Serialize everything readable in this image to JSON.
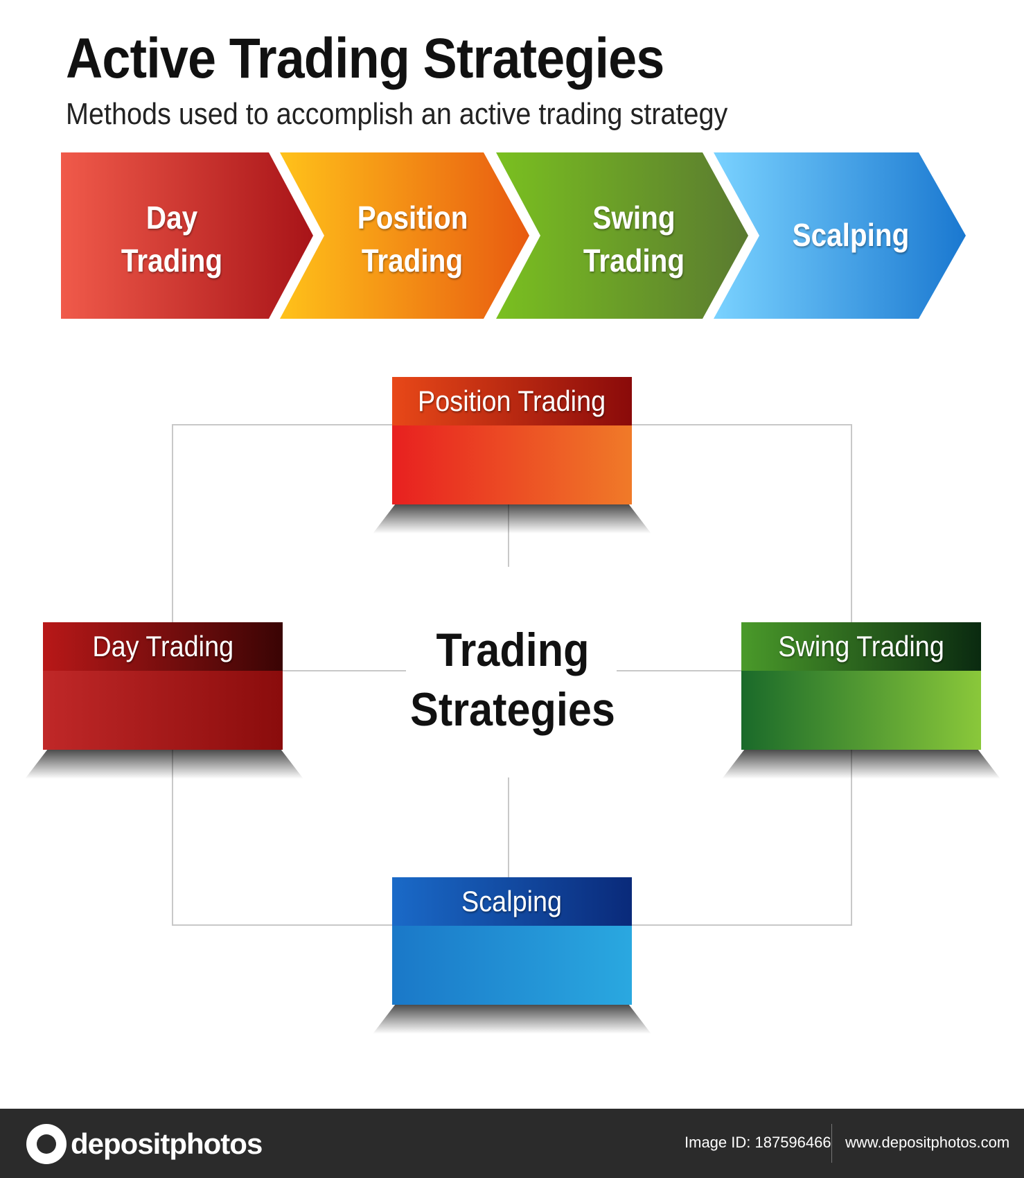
{
  "title": "Active Trading Strategies",
  "subtitle": "Methods used to accomplish an active trading strategy",
  "chevrons": [
    {
      "line1": "Day",
      "line2": "Trading"
    },
    {
      "line1": "Position",
      "line2": "Trading"
    },
    {
      "line1": "Swing",
      "line2": "Trading"
    },
    {
      "line1": "Scalping",
      "line2": ""
    }
  ],
  "diagram": {
    "center_line1": "Trading",
    "center_line2": "Strategies",
    "nodes": {
      "top": "Position Trading",
      "left": "Day Trading",
      "right": "Swing Trading",
      "bottom": "Scalping"
    }
  },
  "footer": {
    "brand": "depositphotos",
    "image_id": "Image ID: 187596466",
    "website": "www.depositphotos.com"
  },
  "colors": {
    "red": "#c0202a",
    "orange": "#f08020",
    "green": "#5a9a2a",
    "blue": "#2a8ad8"
  }
}
